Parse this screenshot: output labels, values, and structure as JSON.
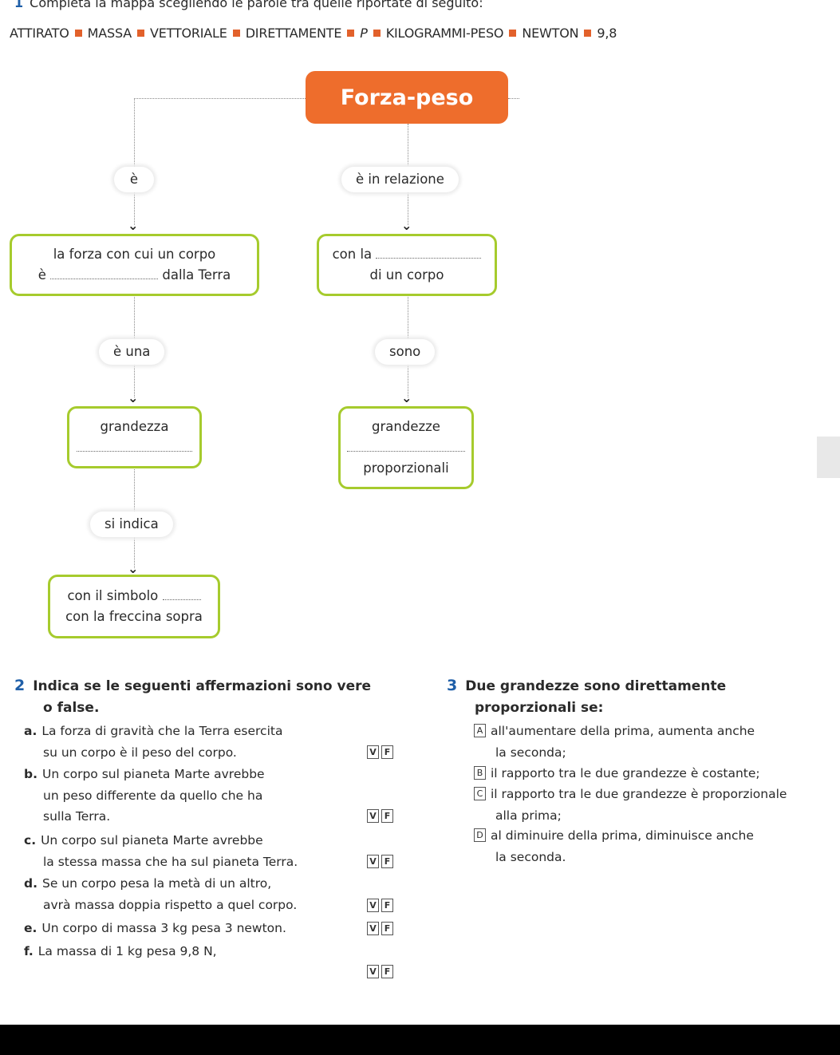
{
  "exercise1": {
    "number": "1",
    "instruction": "Completa la mappa scegliendo le parole tra quelle riportate di seguito:",
    "word_bank": [
      "ATTIRATO",
      "MASSA",
      "VETTORIALE",
      "DIRETTAMENTE",
      "P",
      "KILOGRAMMI-PESO",
      "NEWTON",
      "9,8"
    ],
    "map": {
      "root": "Forza-peso",
      "left": {
        "link1": "è",
        "node1_line1": "la forza con cui un corpo",
        "node1_pre": "è",
        "node1_post": "dalla Terra",
        "link2": "è una",
        "node2_line1": "grandezza",
        "link3": "si indica",
        "node3_line1": "con il simbolo",
        "node3_line2": "con la freccina sopra"
      },
      "right": {
        "link1": "è in relazione",
        "node1_pre": "con la",
        "node1_line2": "di un corpo",
        "link2": "sono",
        "node2_line1": "grandezze",
        "node2_line3": "proporzionali"
      }
    }
  },
  "exercise2": {
    "number": "2",
    "title_line1": "Indica se le seguenti affermazioni sono vere",
    "title_line2": "o false.",
    "true_label": "V",
    "false_label": "F",
    "items": [
      {
        "letter": "a.",
        "lines": [
          "La forza di gravità che la Terra esercita",
          "su un corpo è il peso del corpo."
        ]
      },
      {
        "letter": "b.",
        "lines": [
          "Un corpo sul pianeta Marte avrebbe",
          "un peso differente da quello che ha",
          "sulla Terra."
        ]
      },
      {
        "letter": "c.",
        "lines": [
          "Un corpo sul pianeta Marte avrebbe",
          "la stessa massa che ha sul pianeta Terra."
        ]
      },
      {
        "letter": "d.",
        "lines": [
          "Se un corpo pesa la metà di un altro,",
          "avrà massa doppia rispetto a quel corpo."
        ]
      },
      {
        "letter": "e.",
        "lines": [
          "Un corpo di massa 3 kg pesa 3 newton."
        ]
      },
      {
        "letter": "f.",
        "lines": [
          "La massa di 1 kg pesa 9,8 N,"
        ]
      }
    ]
  },
  "exercise3": {
    "number": "3",
    "title_line1": "Due grandezze sono direttamente",
    "title_line2": "proporzionali se:",
    "options": [
      {
        "letter": "A",
        "lines": [
          "all'aumentare della prima, aumenta anche",
          "la seconda;"
        ]
      },
      {
        "letter": "B",
        "lines": [
          "il rapporto tra le due grandezze è costante;"
        ]
      },
      {
        "letter": "C",
        "lines": [
          "il rapporto tra le due grandezze è proporzionale",
          "alla prima;"
        ]
      },
      {
        "letter": "D",
        "lines": [
          "al diminuire della prima, diminuisce anche",
          "la seconda."
        ]
      }
    ]
  }
}
